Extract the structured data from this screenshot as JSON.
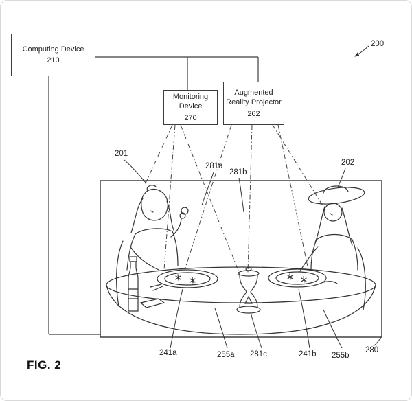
{
  "boxes": {
    "computing": {
      "label": "Computing Device",
      "number": "210"
    },
    "monitoring": {
      "label": "Monitoring Device",
      "number": "270"
    },
    "projector": {
      "label": "Augmented Reality Projector",
      "number": "262"
    }
  },
  "labels": {
    "figure_ref": "200",
    "person_left": "201",
    "person_right": "202",
    "beam_a": "281a",
    "beam_b": "281b",
    "plate_left": "241a",
    "table_left": "255a",
    "hourglass": "281c",
    "plate_right": "241b",
    "table_right": "255b",
    "scene_box": "280",
    "fig": "FIG. 2"
  },
  "colors": {
    "line": "#3c3c3c",
    "art": "#333333",
    "background": "#ffffff"
  }
}
